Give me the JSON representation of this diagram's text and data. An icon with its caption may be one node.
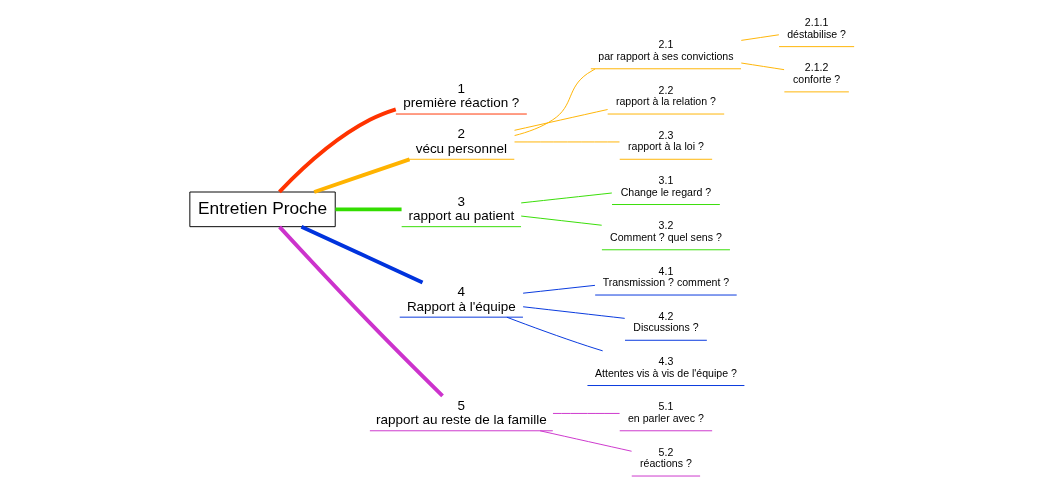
{
  "diagram": {
    "nodes": [
      {
        "text": [
          "Entretien Proche"
        ]
      },
      {
        "text": [
          "1",
          "première réaction ?"
        ]
      },
      {
        "text": [
          "2",
          "vécu personnel"
        ]
      },
      {
        "text": [
          "2.1",
          "par rapport à ses convictions"
        ]
      },
      {
        "text": [
          "2.1.1",
          "déstabilise ?"
        ]
      },
      {
        "text": [
          "2.1.2",
          "conforte ?"
        ]
      },
      {
        "text": [
          "2.2",
          "rapport à la relation ?"
        ]
      },
      {
        "text": [
          "2.3",
          "rapport à la loi ?"
        ]
      },
      {
        "text": [
          "3",
          "rapport au patient"
        ]
      },
      {
        "text": [
          "3.1",
          "Change le regard ?"
        ]
      },
      {
        "text": [
          "3.2",
          "Comment ? quel sens ?"
        ]
      },
      {
        "text": [
          "4",
          "Rapport à l'équipe"
        ]
      },
      {
        "text": [
          "4.1",
          "Transmission ? comment ?"
        ]
      },
      {
        "text": [
          "4.2",
          "Discussions ?"
        ]
      },
      {
        "text": [
          "4.3",
          "Attentes vis à vis de l'équipe ?"
        ]
      },
      {
        "text": [
          "5",
          "rapport au reste de la famille"
        ]
      },
      {
        "text": [
          "5.1",
          "en parler avec ?"
        ]
      },
      {
        "text": [
          "5.2",
          "réactions ?"
        ]
      }
    ],
    "edges": [
      {
        "from": 0,
        "to": 1,
        "arrow": "none",
        "style": "thick",
        "color": "#ff3300"
      },
      {
        "from": 0,
        "to": 2,
        "arrow": "none",
        "style": "thick",
        "color": "#ffb300"
      },
      {
        "from": 2,
        "to": 3,
        "arrow": "none",
        "color": "#ffb300"
      },
      {
        "from": 3,
        "to": 4,
        "arrow": "none",
        "color": "#ffb300"
      },
      {
        "from": 3,
        "to": 5,
        "arrow": "none",
        "color": "#ffb300"
      },
      {
        "from": 2,
        "to": 6,
        "arrow": "none",
        "color": "#ffb300"
      },
      {
        "from": 2,
        "to": 7,
        "arrow": "none",
        "color": "#ffb300"
      },
      {
        "from": 0,
        "to": 8,
        "arrow": "none",
        "style": "thick",
        "color": "#33dd00"
      },
      {
        "from": 8,
        "to": 9,
        "arrow": "none",
        "color": "#33dd00"
      },
      {
        "from": 8,
        "to": 10,
        "arrow": "none",
        "color": "#33dd00"
      },
      {
        "from": 0,
        "to": 11,
        "arrow": "none",
        "style": "thick",
        "color": "#0033dd"
      },
      {
        "from": 11,
        "to": 12,
        "arrow": "none",
        "color": "#0033dd"
      },
      {
        "from": 11,
        "to": 13,
        "arrow": "none",
        "color": "#0033dd"
      },
      {
        "from": 11,
        "to": 14,
        "arrow": "none",
        "color": "#0033dd"
      },
      {
        "from": 0,
        "to": 15,
        "arrow": "none",
        "style": "thick",
        "color": "#cc33cc"
      },
      {
        "from": 15,
        "to": 16,
        "arrow": "none",
        "color": "#cc33cc"
      },
      {
        "from": 15,
        "to": 17,
        "arrow": "none",
        "color": "#cc33cc"
      }
    ]
  }
}
